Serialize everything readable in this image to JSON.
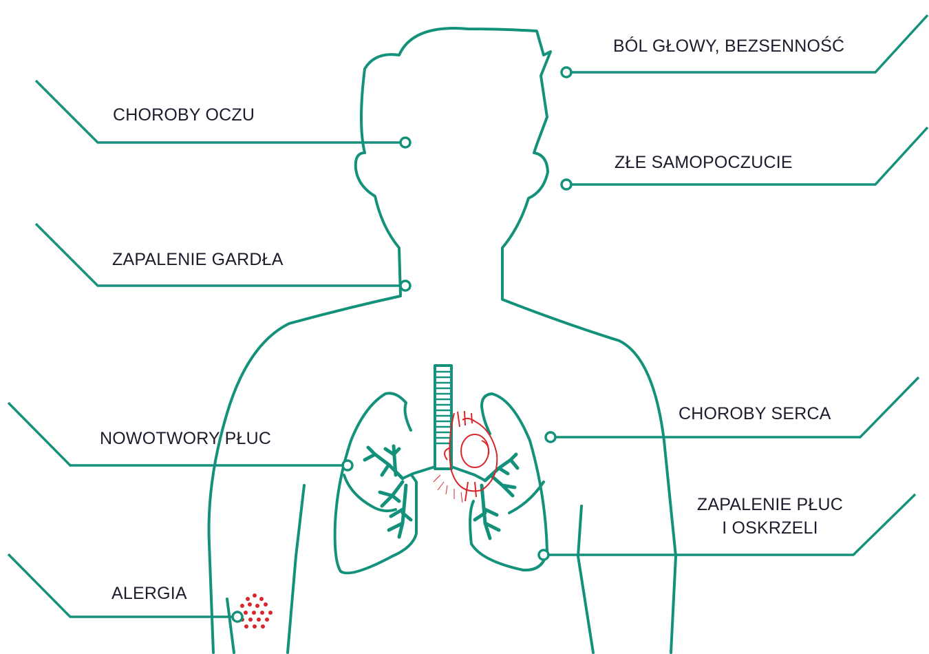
{
  "colors": {
    "line": "#13917a",
    "heart": "#d8262c",
    "text": "#1c1c2c",
    "background": "#ffffff"
  },
  "labels": {
    "headache": "BÓL GŁOWY, BEZSENNOŚĆ",
    "eyes": "CHOROBY OCZU",
    "wellbeing": "ZŁE SAMOPOCZUCIE",
    "throat": "ZAPALENIE GARDŁA",
    "lung_cancer": "NOWOTWORY PŁUC",
    "heart_disease": "CHOROBY SERCA",
    "pneumonia_line1": "ZAPALENIE PŁUC",
    "pneumonia_line2": "I OSKRZELI",
    "allergy": "ALERGIA"
  }
}
